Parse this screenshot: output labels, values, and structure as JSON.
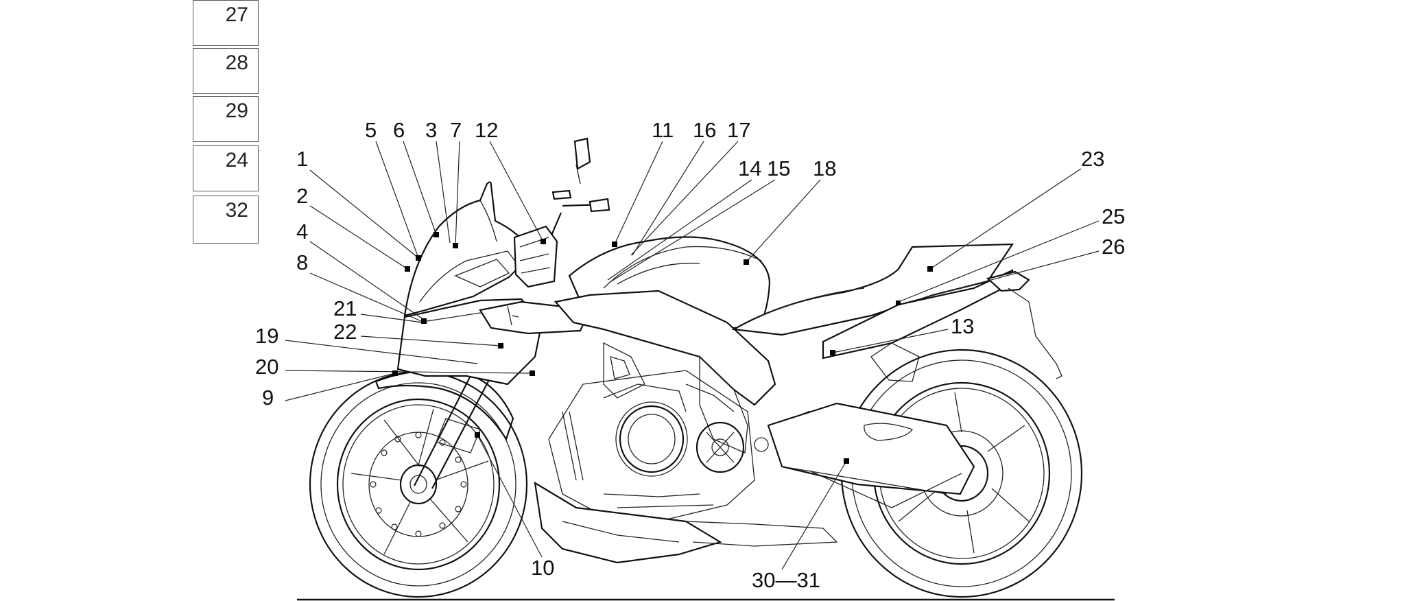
{
  "legend_boxes": [
    "27",
    "28",
    "29",
    "24",
    "32"
  ],
  "callouts": {
    "c1": "1",
    "c2": "2",
    "c3": "3",
    "c4": "4",
    "c5": "5",
    "c6": "6",
    "c7": "7",
    "c8": "8",
    "c9": "9",
    "c10": "10",
    "c11": "11",
    "c12": "12",
    "c13": "13",
    "c14": "14",
    "c15": "15",
    "c16": "16",
    "c17": "17",
    "c18": "18",
    "c19": "19",
    "c20": "20",
    "c21": "21",
    "c22": "22",
    "c23": "23",
    "c25": "25",
    "c26": "26",
    "c30_31": "30—31"
  }
}
